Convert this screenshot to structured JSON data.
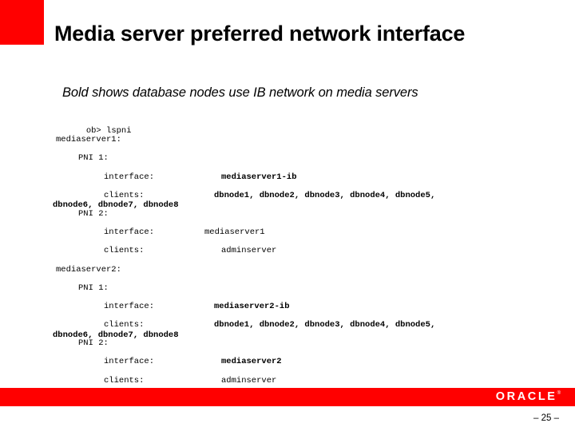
{
  "slide": {
    "title": "Media server preferred network interface",
    "subtitle": "Bold shows database nodes use IB network on media servers",
    "page_number": "– 25 –",
    "accent_color": "#ff0000",
    "background_color": "#ffffff"
  },
  "footer": {
    "logo_text": "ORACLE",
    "logo_trademark": "®"
  },
  "terminal": {
    "prompt_line": "ob> lspni",
    "lines": [
      {
        "label": "mediaserver1:",
        "value": "",
        "value_x": 0,
        "bold": false,
        "indent": 0,
        "tail": ""
      },
      {
        "label": "PNI 1:",
        "value": "",
        "value_x": 0,
        "bold": false,
        "indent": 28,
        "tail": ""
      },
      {
        "label": "interface:",
        "value": "mediaserver1-ib",
        "value_x": 207,
        "bold": true,
        "indent": 60,
        "tail": ""
      },
      {
        "label": "clients:",
        "value": "dbnode1, dbnode2, dbnode3, dbnode4, dbnode5,",
        "value_x": 198,
        "bold": true,
        "indent": 60,
        "tail": "dbnode6, dbnode7, dbnode8"
      },
      {
        "label": "PNI 2:",
        "value": "",
        "value_x": 0,
        "bold": false,
        "indent": 28,
        "tail": ""
      },
      {
        "label": "interface:",
        "value": "mediaserver1",
        "value_x": 186,
        "bold": false,
        "indent": 60,
        "tail": ""
      },
      {
        "label": "clients:",
        "value": "adminserver",
        "value_x": 207,
        "bold": false,
        "indent": 60,
        "tail": ""
      },
      {
        "label": "mediaserver2:",
        "value": "",
        "value_x": 0,
        "bold": false,
        "indent": 0,
        "tail": ""
      },
      {
        "label": "PNI 1:",
        "value": "",
        "value_x": 0,
        "bold": false,
        "indent": 28,
        "tail": ""
      },
      {
        "label": "interface:",
        "value": "mediaserver2-ib",
        "value_x": 198,
        "bold": true,
        "indent": 60,
        "tail": ""
      },
      {
        "label": "clients:",
        "value": "dbnode1, dbnode2, dbnode3, dbnode4, dbnode5,",
        "value_x": 198,
        "bold": true,
        "indent": 60,
        "tail": "dbnode6, dbnode7, dbnode8"
      },
      {
        "label": "PNI 2:",
        "value": "",
        "value_x": 0,
        "bold": false,
        "indent": 28,
        "tail": ""
      },
      {
        "label": "interface:",
        "value": "mediaserver2",
        "value_x": 207,
        "bold": true,
        "indent": 60,
        "tail": ""
      },
      {
        "label": "clients:",
        "value": "adminserver",
        "value_x": 207,
        "bold": false,
        "indent": 60,
        "tail": ""
      }
    ]
  }
}
